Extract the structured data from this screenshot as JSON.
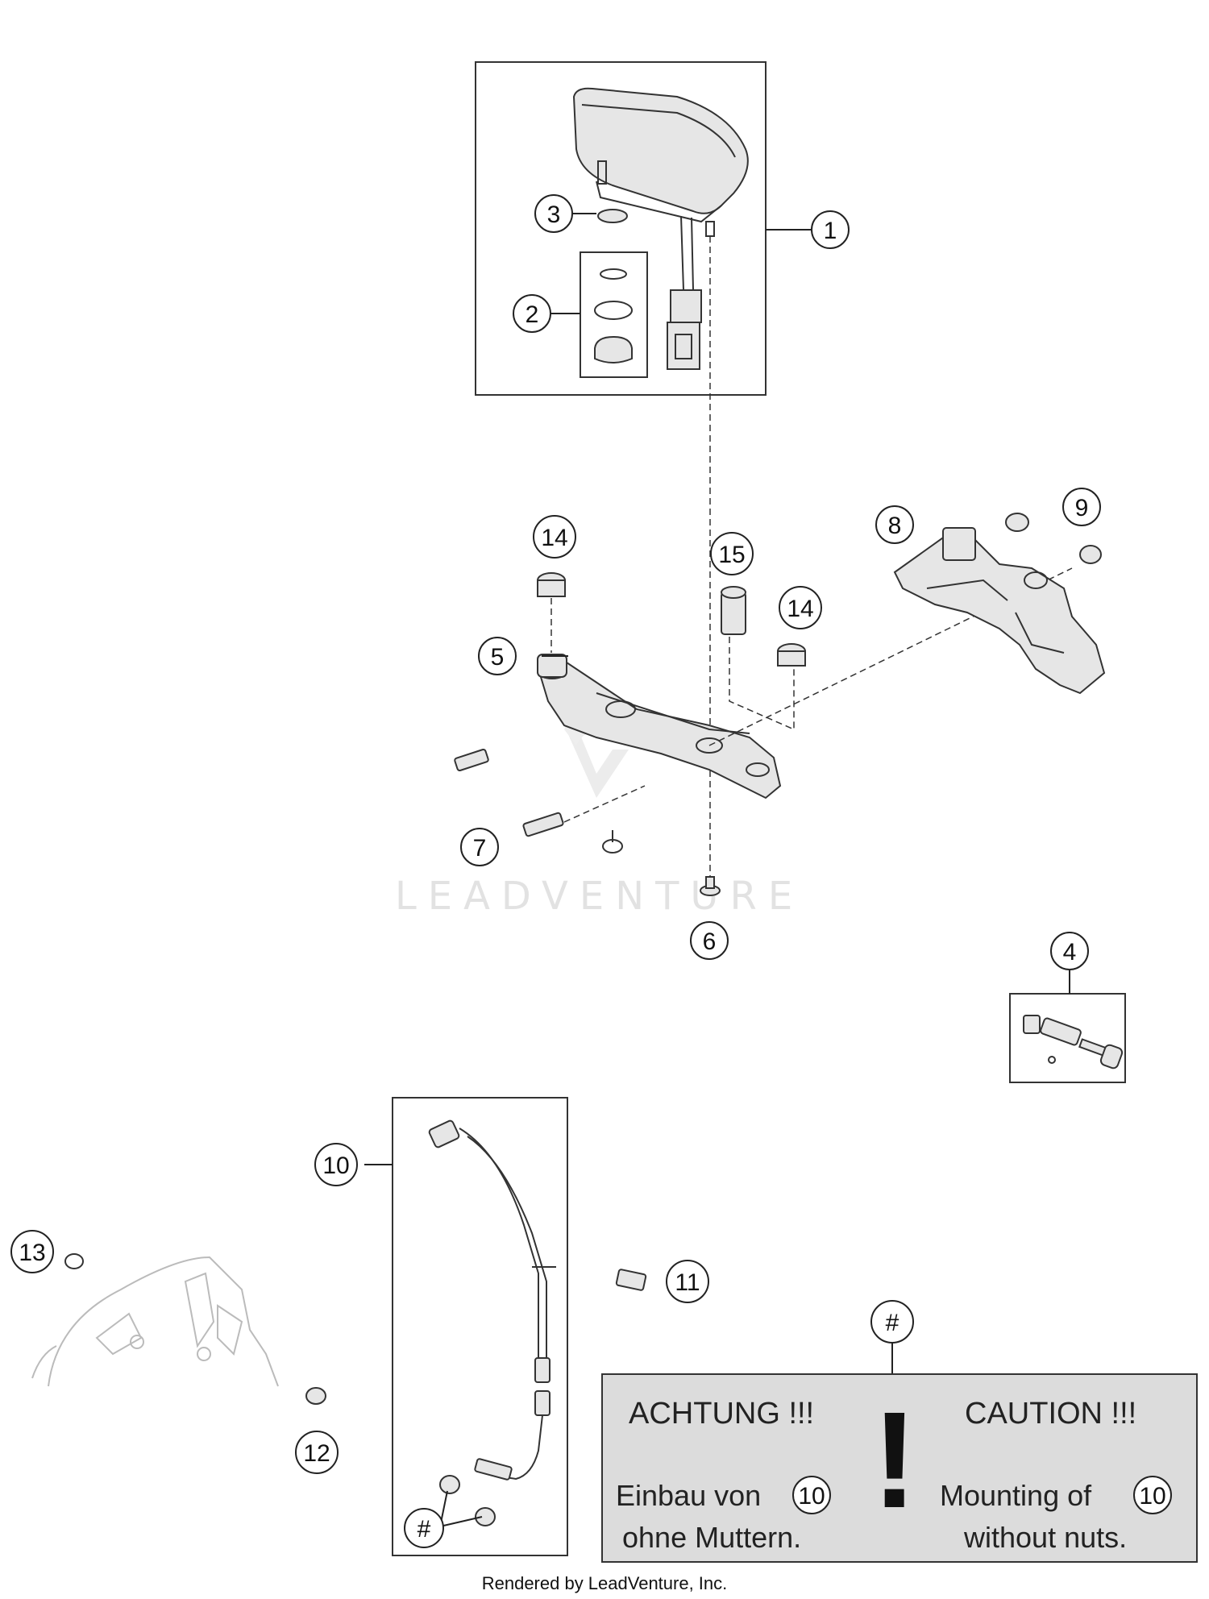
{
  "callouts": {
    "c1": "1",
    "c2": "2",
    "c3": "3",
    "c4": "4",
    "c5": "5",
    "c6": "6",
    "c7": "7",
    "c8": "8",
    "c9": "9",
    "c10": "10",
    "c11": "11",
    "c12": "12",
    "c13": "13",
    "c14a": "14",
    "c14b": "14",
    "c15": "15",
    "hash_top": "#",
    "hash_group": "#"
  },
  "caution_box": {
    "left_title": "ACHTUNG !!!",
    "left_line1": "Einbau von",
    "left_line2": "ohne Muttern.",
    "left_ref": "10",
    "right_title": "CAUTION !!!",
    "right_line1": "Mounting of",
    "right_line2": "without nuts.",
    "right_ref": "10",
    "exclamation": "!"
  },
  "watermark": "LEADVENTURE",
  "footer": "Rendered by LeadVenture, Inc."
}
